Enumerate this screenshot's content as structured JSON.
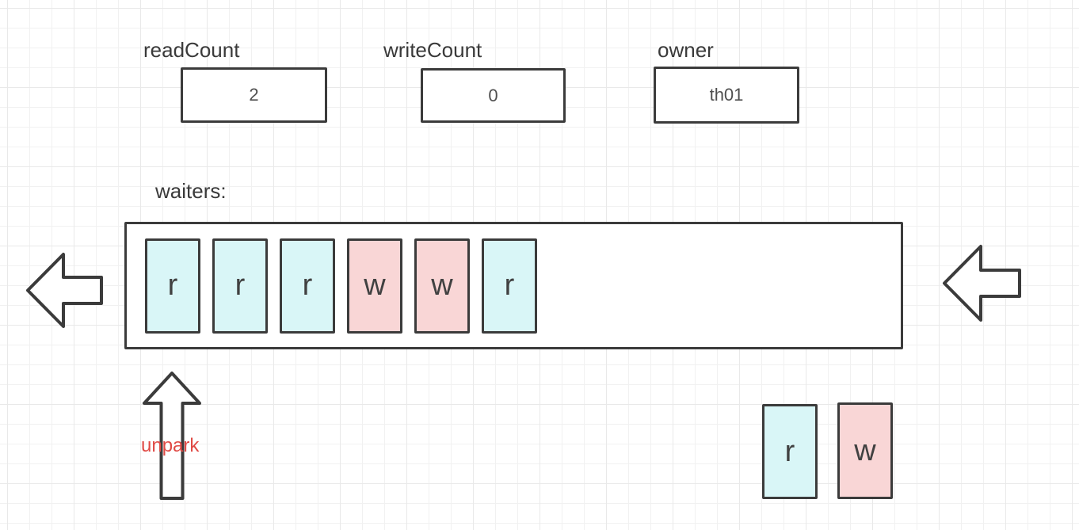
{
  "colors": {
    "stroke": "#3b3b3b",
    "label_text": "#3a3a3a",
    "value_text": "#4f4f4f",
    "cell_text": "#414141",
    "reader_fill": "#d9f6f7",
    "writer_fill": "#f9d6d6",
    "shape_fill": "#ffffff",
    "unpark_red": "#e04a45",
    "grid_minor": "#f1f1f1",
    "grid_major": "#e9e9e9",
    "canvas_bg": "#ffffff"
  },
  "counters": [
    {
      "label": "readCount",
      "value": "2"
    },
    {
      "label": "writeCount",
      "value": "0"
    },
    {
      "label": "owner",
      "value": "th01"
    }
  ],
  "waiters": {
    "label": "waiters:",
    "cells": [
      {
        "type": "reader",
        "label": "r"
      },
      {
        "type": "reader",
        "label": "r"
      },
      {
        "type": "reader",
        "label": "r"
      },
      {
        "type": "writer",
        "label": "w"
      },
      {
        "type": "writer",
        "label": "w"
      },
      {
        "type": "reader",
        "label": "r"
      }
    ]
  },
  "incoming": [
    {
      "type": "reader",
      "label": "r"
    },
    {
      "type": "writer",
      "label": "w"
    }
  ],
  "annotations": {
    "unpark": "unpark"
  }
}
